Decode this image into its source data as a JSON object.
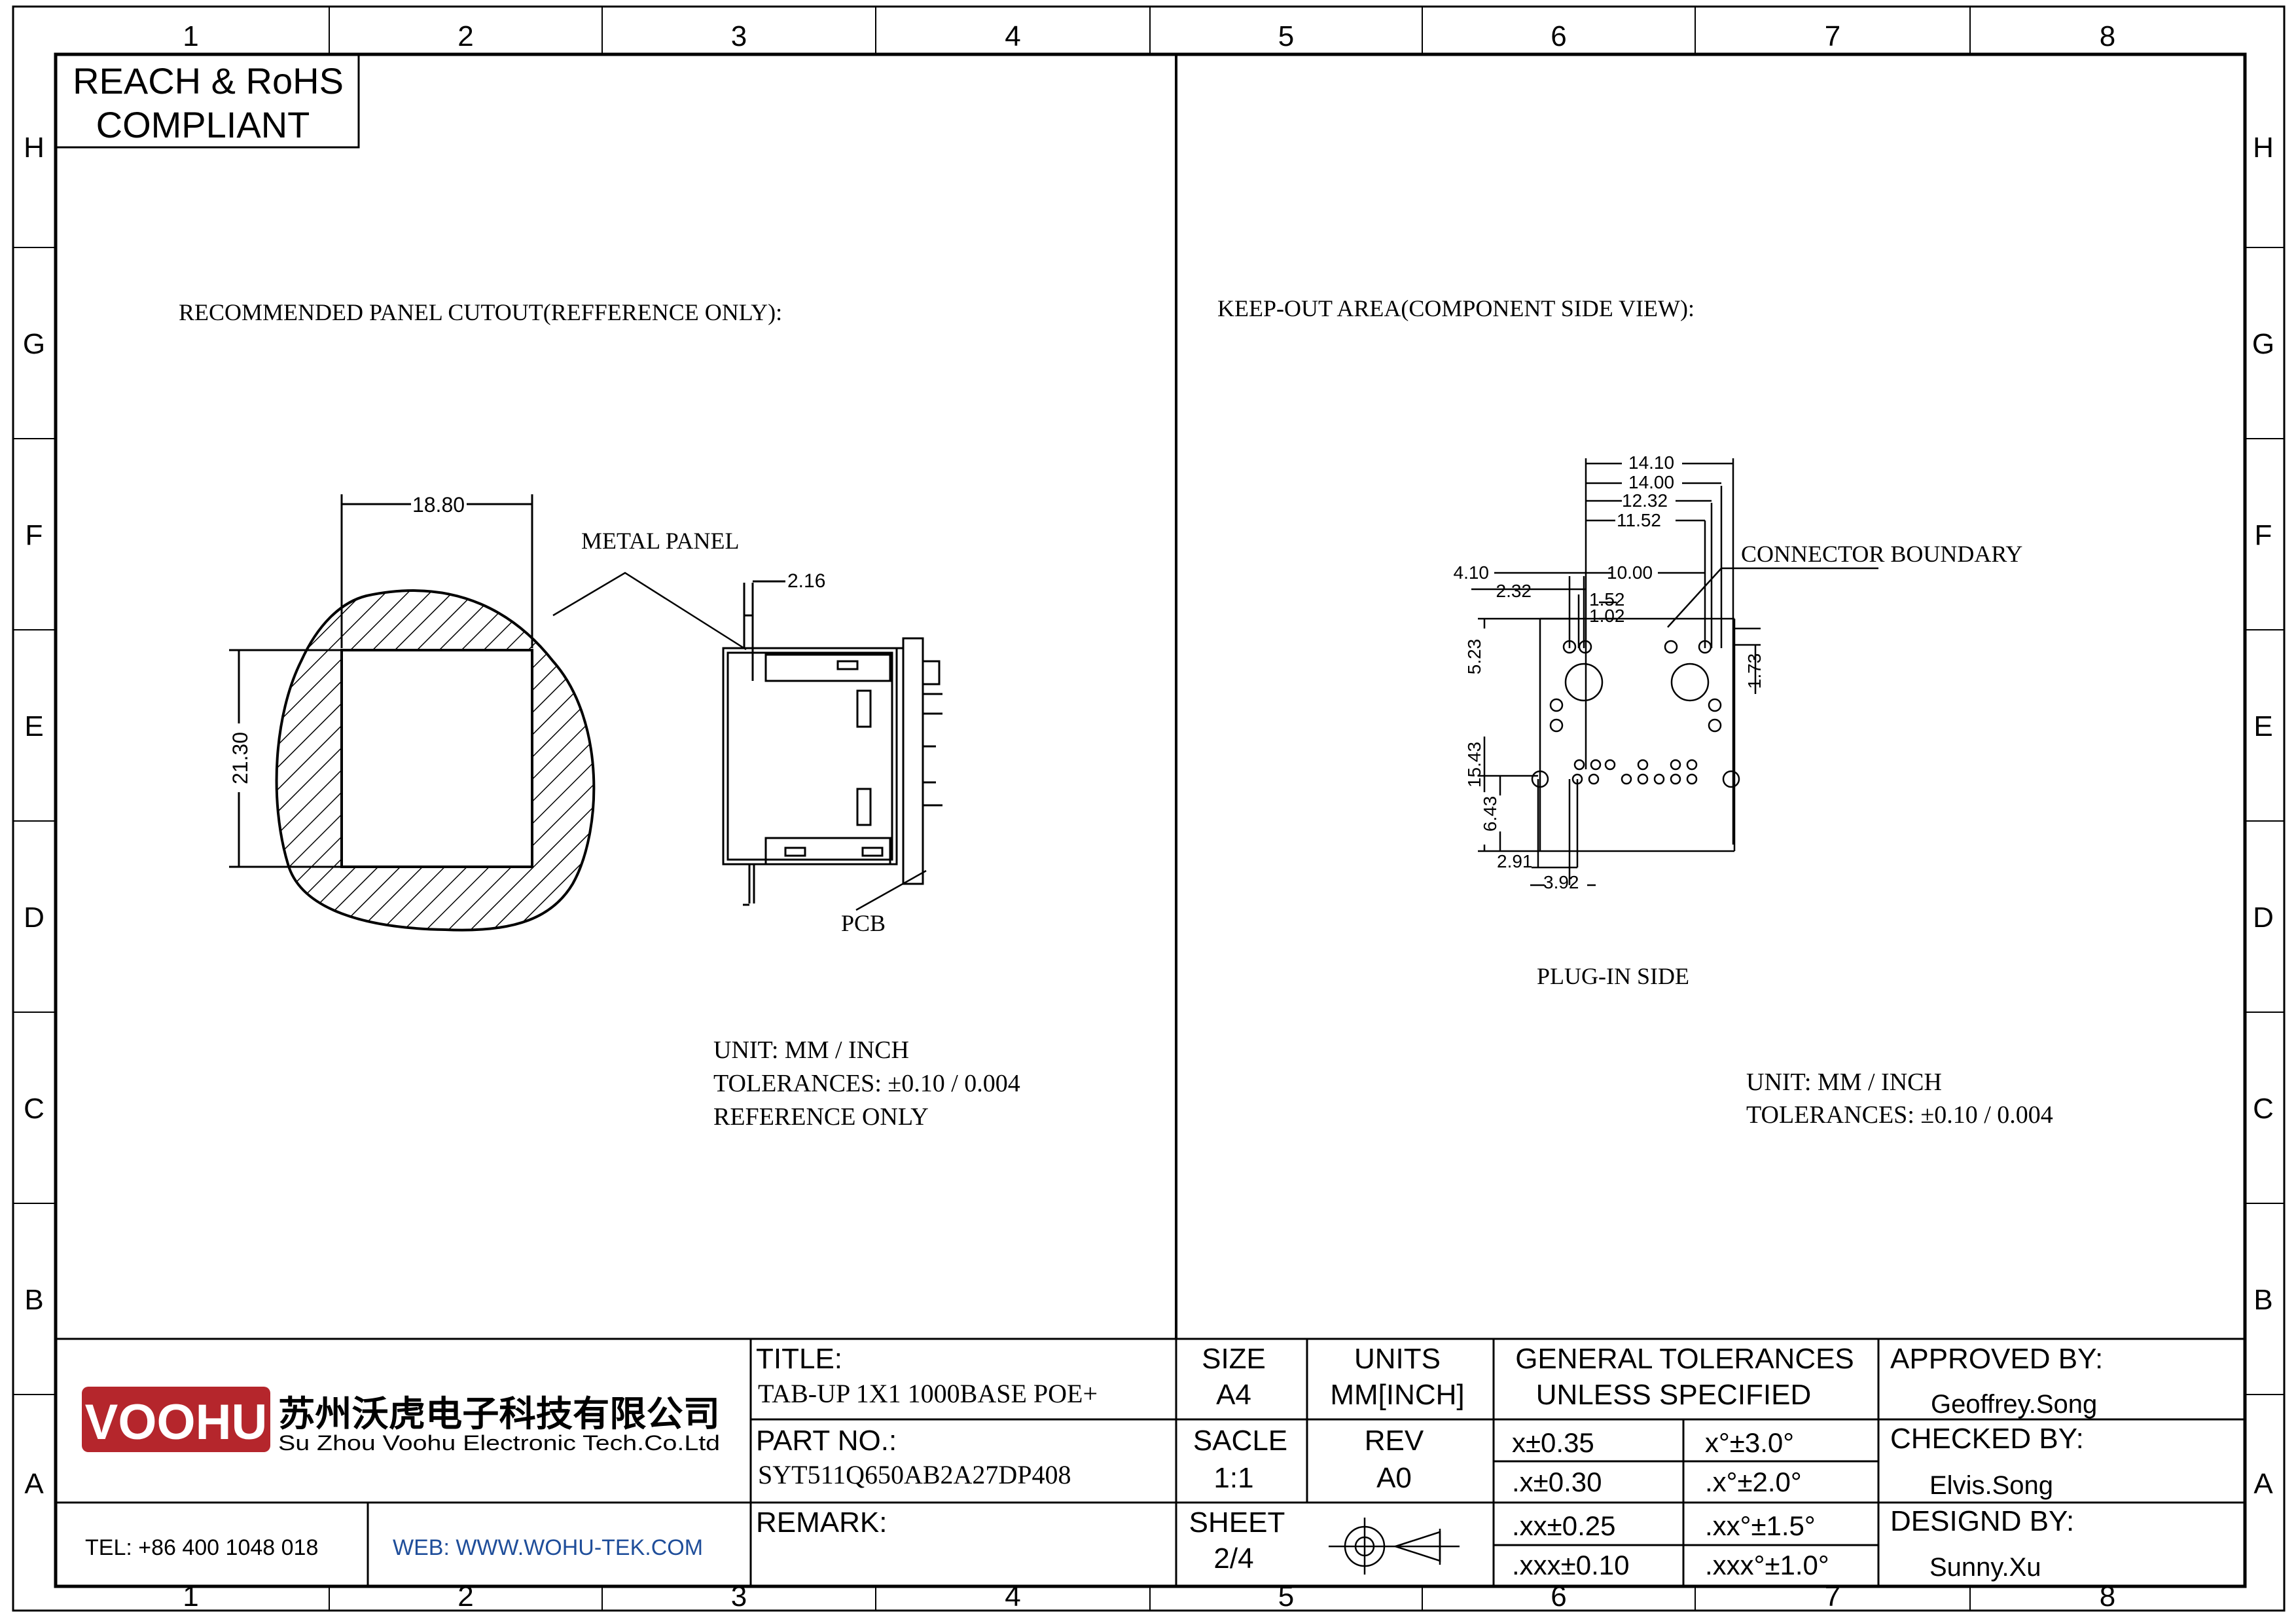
{
  "frame": {
    "col_labels": [
      "1",
      "2",
      "3",
      "4",
      "5",
      "6",
      "7",
      "8"
    ],
    "row_labels": [
      "H",
      "G",
      "F",
      "E",
      "D",
      "C",
      "B",
      "A"
    ]
  },
  "compliance": {
    "line1": "REACH & RoHS",
    "line2": "COMPLIANT"
  },
  "left_view": {
    "heading": "RECOMMENDED PANEL CUTOUT(REFFERENCE ONLY):",
    "dim_width": "18.80",
    "dim_height": "21.30",
    "dim_panel": "2.16",
    "label_metal_panel": "METAL PANEL",
    "label_pcb": "PCB",
    "notes": [
      "UNIT: MM / INCH",
      "TOLERANCES: ±0.10 / 0.004",
      "REFERENCE ONLY"
    ]
  },
  "right_view": {
    "heading": "KEEP-OUT AREA(COMPONENT SIDE VIEW):",
    "label_boundary": "CONNECTOR BOUNDARY",
    "label_plugin": "PLUG-IN SIDE",
    "dims": {
      "d1410": "14.10",
      "d1400": "14.00",
      "d1232": "12.32",
      "d1152": "11.52",
      "d1000": "10.00",
      "d410": "4.10",
      "d232": "2.32",
      "d152": "1.52",
      "d102": "1.02",
      "d523": "5.23",
      "d173": "1.73",
      "d1543": "15.43",
      "d643": "6.43",
      "d291": "2.91",
      "d392": "3.92"
    },
    "notes": [
      "UNIT: MM / INCH",
      "TOLERANCES: ±0.10 / 0.004"
    ]
  },
  "title_block": {
    "company_logo": "VOOHU",
    "company_cn": "苏州沃虎电子科技有限公司",
    "company_en": "Su Zhou Voohu Electronic Tech.Co.Ltd",
    "tel": "TEL: +86 400 1048 018",
    "web": "WEB: WWW.WOHU-TEK.COM",
    "title_label": "TITLE:",
    "title_value": "TAB-UP 1X1 1000BASE POE+",
    "part_label": "PART NO.:",
    "part_value": "SYT511Q650AB2A27DP408",
    "remark_label": "REMARK:",
    "size_label": "SIZE",
    "size_value": "A4",
    "units_label": "UNITS",
    "units_value": "MM[INCH]",
    "scale_label": "SACLE",
    "scale_value": "1:1",
    "rev_label": "REV",
    "rev_value": "A0",
    "sheet_label": "SHEET",
    "sheet_value": "2/4",
    "tol_header1": "GENERAL TOLERANCES",
    "tol_header2": "UNLESS SPECIFIED",
    "tolerances": [
      {
        "lin": "x±0.35",
        "ang": "x°±3.0°"
      },
      {
        "lin": ".x±0.30",
        "ang": ".x°±2.0°"
      },
      {
        "lin": ".xx±0.25",
        "ang": ".xx°±1.5°"
      },
      {
        "lin": ".xxx±0.10",
        "ang": ".xxx°±1.0°"
      }
    ],
    "approved_label": "APPROVED BY:",
    "approved_value": "Geoffrey.Song",
    "checked_label": "CHECKED BY:",
    "checked_value": "Elvis.Song",
    "designed_label": "DESIGND BY:",
    "designed_value": "Sunny.Xu"
  },
  "colors": {
    "logo_red": "#B5262C",
    "web_blue": "#1F4E9A",
    "ink": "#000000"
  }
}
